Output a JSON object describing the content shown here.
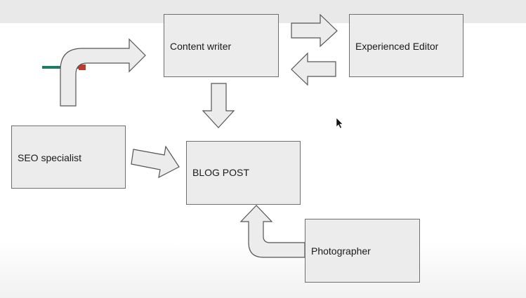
{
  "diagram": {
    "nodes": {
      "content_writer": "Content writer",
      "experienced_editor": "Experienced Editor",
      "seo_specialist": "SEO specialist",
      "blog_post": "BLOG POST",
      "photographer": "Photographer"
    },
    "colors": {
      "box_fill": "#ececec",
      "box_border": "#6f6f6f",
      "arrow_fill": "#ececec",
      "arrow_border": "#555555",
      "connector_line": "#1f7a6a",
      "connector_tip": "#c0392b"
    }
  },
  "cursor": {
    "icon": "mouse-pointer-icon"
  }
}
